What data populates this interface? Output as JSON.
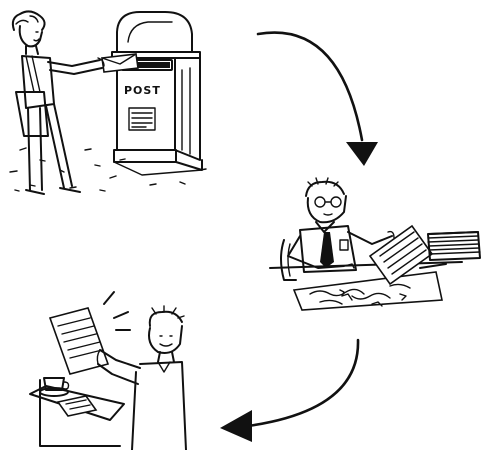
{
  "scenes": [
    {
      "id": "posting-letter",
      "postbox_label": "POST"
    },
    {
      "id": "reading-at-desk"
    },
    {
      "id": "receiving-reply"
    }
  ],
  "arrows": [
    {
      "from": "posting-letter",
      "to": "reading-at-desk"
    },
    {
      "from": "reading-at-desk",
      "to": "receiving-reply"
    }
  ]
}
